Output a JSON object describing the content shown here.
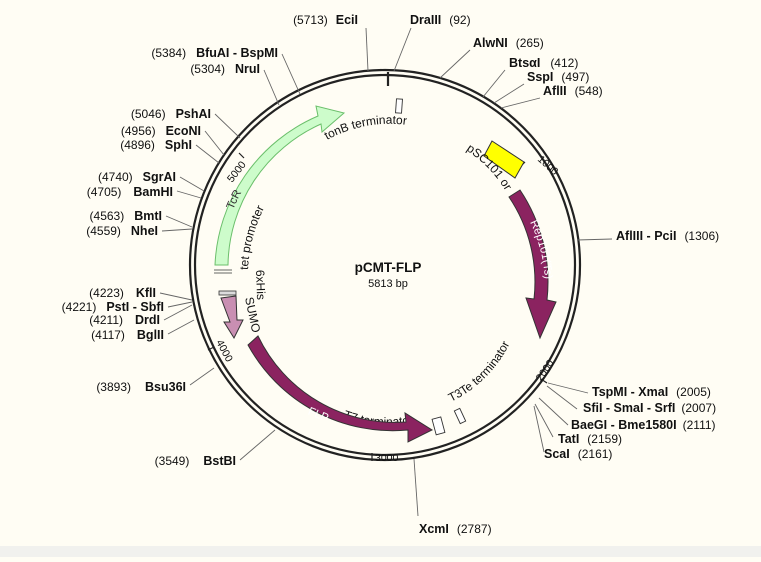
{
  "plasmid": {
    "name": "pCMT-FLP",
    "length_label": "5813 bp",
    "length": 5813
  },
  "colors": {
    "TcR": "#cdfccb",
    "TcR_stroke": "#6bbf6b",
    "pSC101_ori": "#ffff00",
    "Rep101": "#8b2360",
    "SUMO": "#c98fb2",
    "FLP": "#8b2360",
    "ring": "#222222",
    "background": "#fffdf4"
  },
  "ticks": [
    {
      "pos": 1000,
      "label": "1000"
    },
    {
      "pos": 2000,
      "label": "2000"
    },
    {
      "pos": 3000,
      "label": "3000"
    },
    {
      "pos": 4000,
      "label": "4000"
    },
    {
      "pos": 5000,
      "label": "5000"
    }
  ],
  "sites": [
    {
      "id": "ecii",
      "name": "EciI",
      "pos": "(5713)",
      "side": "left"
    },
    {
      "id": "draiii",
      "name": "DraIII",
      "pos": "(92)",
      "side": "right"
    },
    {
      "id": "alwni",
      "name": "AlwNI",
      "pos": "(265)",
      "side": "right"
    },
    {
      "id": "btsai",
      "name": "BtsαI",
      "pos": "(412)",
      "side": "right"
    },
    {
      "id": "sspi",
      "name": "SspI",
      "pos": "(497)",
      "side": "right"
    },
    {
      "id": "aflii",
      "name": "AflII",
      "pos": "(548)",
      "side": "right"
    },
    {
      "id": "afliii-pcii",
      "name": "AflIII - PciI",
      "pos": "(1306)",
      "side": "right"
    },
    {
      "id": "tspmi-xmai",
      "name": "TspMI - XmaI",
      "pos": "(2005)",
      "side": "right"
    },
    {
      "id": "sfii-smai-srfi",
      "name": "SfiI - SmaI - SrfI",
      "pos": "(2007)",
      "side": "right"
    },
    {
      "id": "baegi-bme1580i",
      "name": "BaeGI - Bme1580I",
      "pos": "(2111)",
      "side": "right"
    },
    {
      "id": "tati",
      "name": "TatI",
      "pos": "(2159)",
      "side": "right"
    },
    {
      "id": "scai",
      "name": "ScaI",
      "pos": "(2161)",
      "side": "right"
    },
    {
      "id": "xcmi",
      "name": "XcmI",
      "pos": "(2787)",
      "side": "right"
    },
    {
      "id": "bstbi",
      "name": "BstBI",
      "pos": "(3549)",
      "side": "left"
    },
    {
      "id": "bsu36i",
      "name": "Bsu36I",
      "pos": "(3893)",
      "side": "left"
    },
    {
      "id": "bglii",
      "name": "BglII",
      "pos": "(4117)",
      "side": "left"
    },
    {
      "id": "drdi",
      "name": "DrdI",
      "pos": "(4211)",
      "side": "left"
    },
    {
      "id": "psti-sbfi",
      "name": "PstI - SbfI",
      "pos": "(4221)",
      "side": "left"
    },
    {
      "id": "kfli",
      "name": "KflI",
      "pos": "(4223)",
      "side": "left"
    },
    {
      "id": "nhei",
      "name": "NheI",
      "pos": "(4559)",
      "side": "left"
    },
    {
      "id": "bmti",
      "name": "BmtI",
      "pos": "(4563)",
      "side": "left"
    },
    {
      "id": "bamhi",
      "name": "BamHI",
      "pos": "(4705)",
      "side": "left"
    },
    {
      "id": "sgrai",
      "name": "SgrAI",
      "pos": "(4740)",
      "side": "left"
    },
    {
      "id": "sphi",
      "name": "SphI",
      "pos": "(4896)",
      "side": "left"
    },
    {
      "id": "econi",
      "name": "EcoNI",
      "pos": "(4956)",
      "side": "left"
    },
    {
      "id": "pshai",
      "name": "PshAI",
      "pos": "(5046)",
      "side": "left"
    },
    {
      "id": "nrui",
      "name": "NruI",
      "pos": "(5304)",
      "side": "left"
    },
    {
      "id": "bfuai-bspmi",
      "name": "BfuAI - BspMI",
      "pos": "(5384)",
      "side": "left"
    }
  ],
  "features": {
    "tonb_terminator": "tonB terminator",
    "psc101_ori": "pSC101 ori",
    "rep101": "Rep101(Ts)",
    "t3te_terminator": "T3Te terminator",
    "t7_terminator": "T7 terminator",
    "flp": "FLP",
    "sumo": "SUMO",
    "his_tag": "6xHis",
    "tet_promoter": "tet promoter",
    "tcr": "TcR"
  }
}
